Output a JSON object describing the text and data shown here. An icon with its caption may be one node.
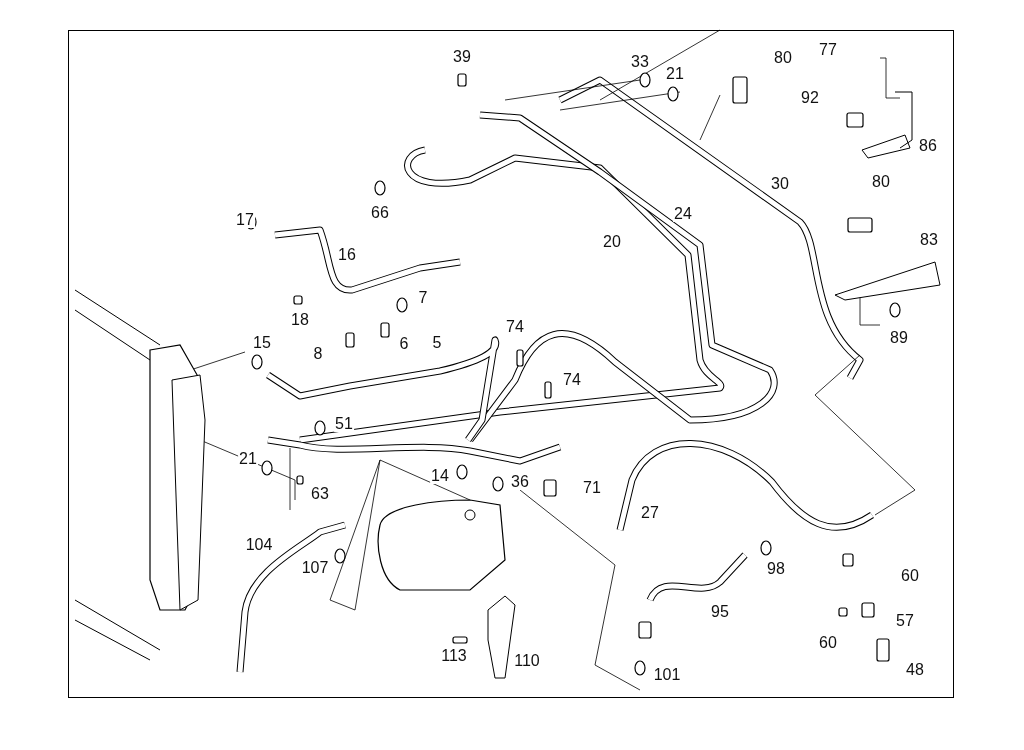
{
  "diagram": {
    "labels": [
      "77",
      "39",
      "80",
      "33",
      "21",
      "92",
      "86",
      "80",
      "30",
      "66",
      "24",
      "17",
      "20",
      "83",
      "16",
      "7",
      "18",
      "74",
      "89",
      "15",
      "5",
      "6",
      "8",
      "74",
      "51",
      "21",
      "14",
      "36",
      "71",
      "63",
      "27",
      "104",
      "107",
      "98",
      "60",
      "95",
      "57",
      "60",
      "113",
      "110",
      "48",
      "101"
    ]
  }
}
